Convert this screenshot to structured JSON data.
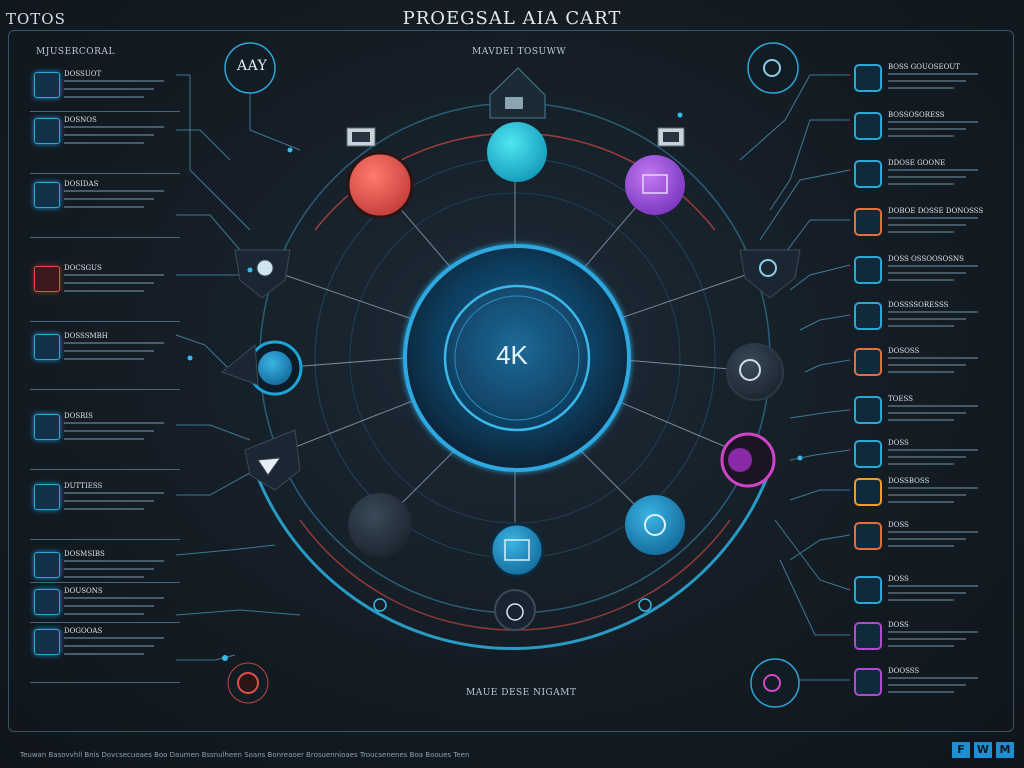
{
  "header": {
    "corner_title": "TOTOS",
    "main_title": "PROEGSAL AIA CART"
  },
  "labels": {
    "left_panel_heading": "MJUSERCORAL",
    "top_center": "MAVDEI TOSUWW",
    "bottom_center": "MAUE DESE NIGAMT",
    "top_left_node": "AAY",
    "center_node": "4K"
  },
  "left_panel": {
    "items": [
      {
        "title": "DOSSUOT",
        "accent": "blue"
      },
      {
        "title": "DOSNOS",
        "accent": "blue"
      },
      {
        "title": "DOSIDAS",
        "accent": "blue"
      },
      {
        "title": "DOCSGUS",
        "accent": "red"
      },
      {
        "title": "DOSSSMBH",
        "accent": "blue"
      },
      {
        "title": "DOSRIS",
        "accent": "blue"
      },
      {
        "title": "DUTTIESS",
        "accent": "blue"
      },
      {
        "title": "DOSMSIBS",
        "accent": "blue"
      },
      {
        "title": "DOUSONS",
        "accent": "blue"
      },
      {
        "title": "DOGOOAS",
        "accent": "blue"
      }
    ]
  },
  "right_panel": {
    "items": [
      {
        "title": "BOSS GOUOSEOUT",
        "color": "#2aa8d6"
      },
      {
        "title": "BOSSOSORESS",
        "color": "#2aa8d6"
      },
      {
        "title": "DDOSE GOONE",
        "color": "#2aa8d6"
      },
      {
        "title": "DOBOE DOSSE DONOSSS",
        "color": "#e0703a"
      },
      {
        "title": "DOSS OSSOOSOSNS",
        "color": "#2aa8d6"
      },
      {
        "title": "DOSSSSORESSS",
        "color": "#2aa8d6"
      },
      {
        "title": "DOSOSS",
        "color": "#e0703a"
      },
      {
        "title": "TOESS",
        "color": "#2aa8d6"
      },
      {
        "title": "DOSS",
        "color": "#2aa8d6"
      },
      {
        "title": "DOSSBOSS",
        "color": "#f09a28"
      },
      {
        "title": "DOSS",
        "color": "#e0703a"
      },
      {
        "title": "DOSS",
        "color": "#2aa8d6"
      },
      {
        "title": "DOSS",
        "color": "#b04ad0"
      },
      {
        "title": "DOOSSS",
        "color": "#b04ad0"
      }
    ]
  },
  "colors": {
    "accent_blue": "#2ea6d8",
    "accent_cyan": "#22c4d8",
    "accent_red": "#e0504a",
    "accent_purple": "#9a4ad8",
    "ring": "#2e6e8c",
    "red_ring": "#c2443e"
  },
  "footer": {
    "text": "Teuwan  Basovvhll Bnis  Dovcsecuoaes Boo  Daumen  Bssnulheen Soans  Bonreaoer Brosuennioaes  Troucsenenes Boa  Booues Teen"
  }
}
